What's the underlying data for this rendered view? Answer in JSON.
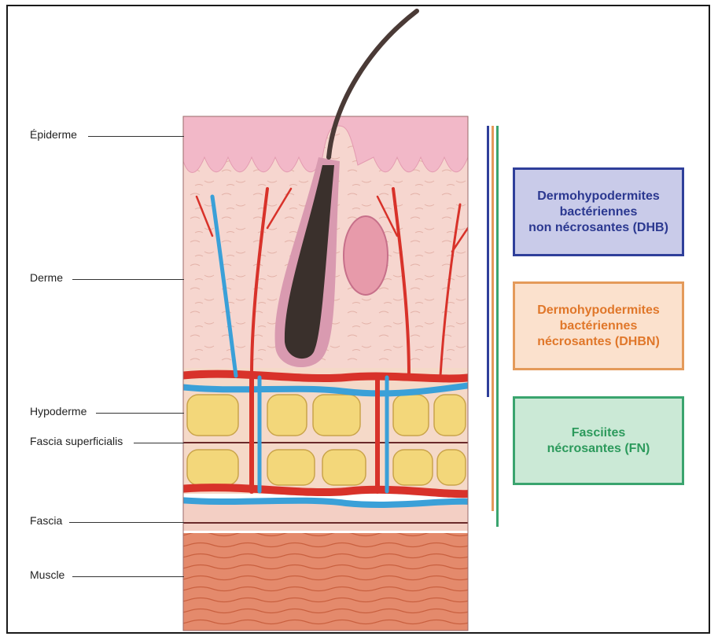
{
  "layers": {
    "epiderme": "Épiderme",
    "derme": "Derme",
    "hypoderme": "Hypoderme",
    "fascia_superficialis": "Fascia superficialis",
    "fascia": "Fascia",
    "muscle": "Muscle"
  },
  "categories": {
    "dhb": "Dermohypodermites\nbactériennes\nnon nécrosantes (DHB)",
    "dhbn": "Dermohypodermites\nbactériennes\nnécrosantes (DHBN)",
    "fn": "Fasciites\nnécrosantes (FN)"
  },
  "colors": {
    "dhb": "#2f3f9a",
    "dhbn": "#e49a5a",
    "fn": "#3aa46e",
    "artery": "#d8322a",
    "vein": "#3aa0d8",
    "fat": "#f3d77a",
    "muscle": "#e08a6a",
    "epidermis": "#f2b8c8"
  }
}
